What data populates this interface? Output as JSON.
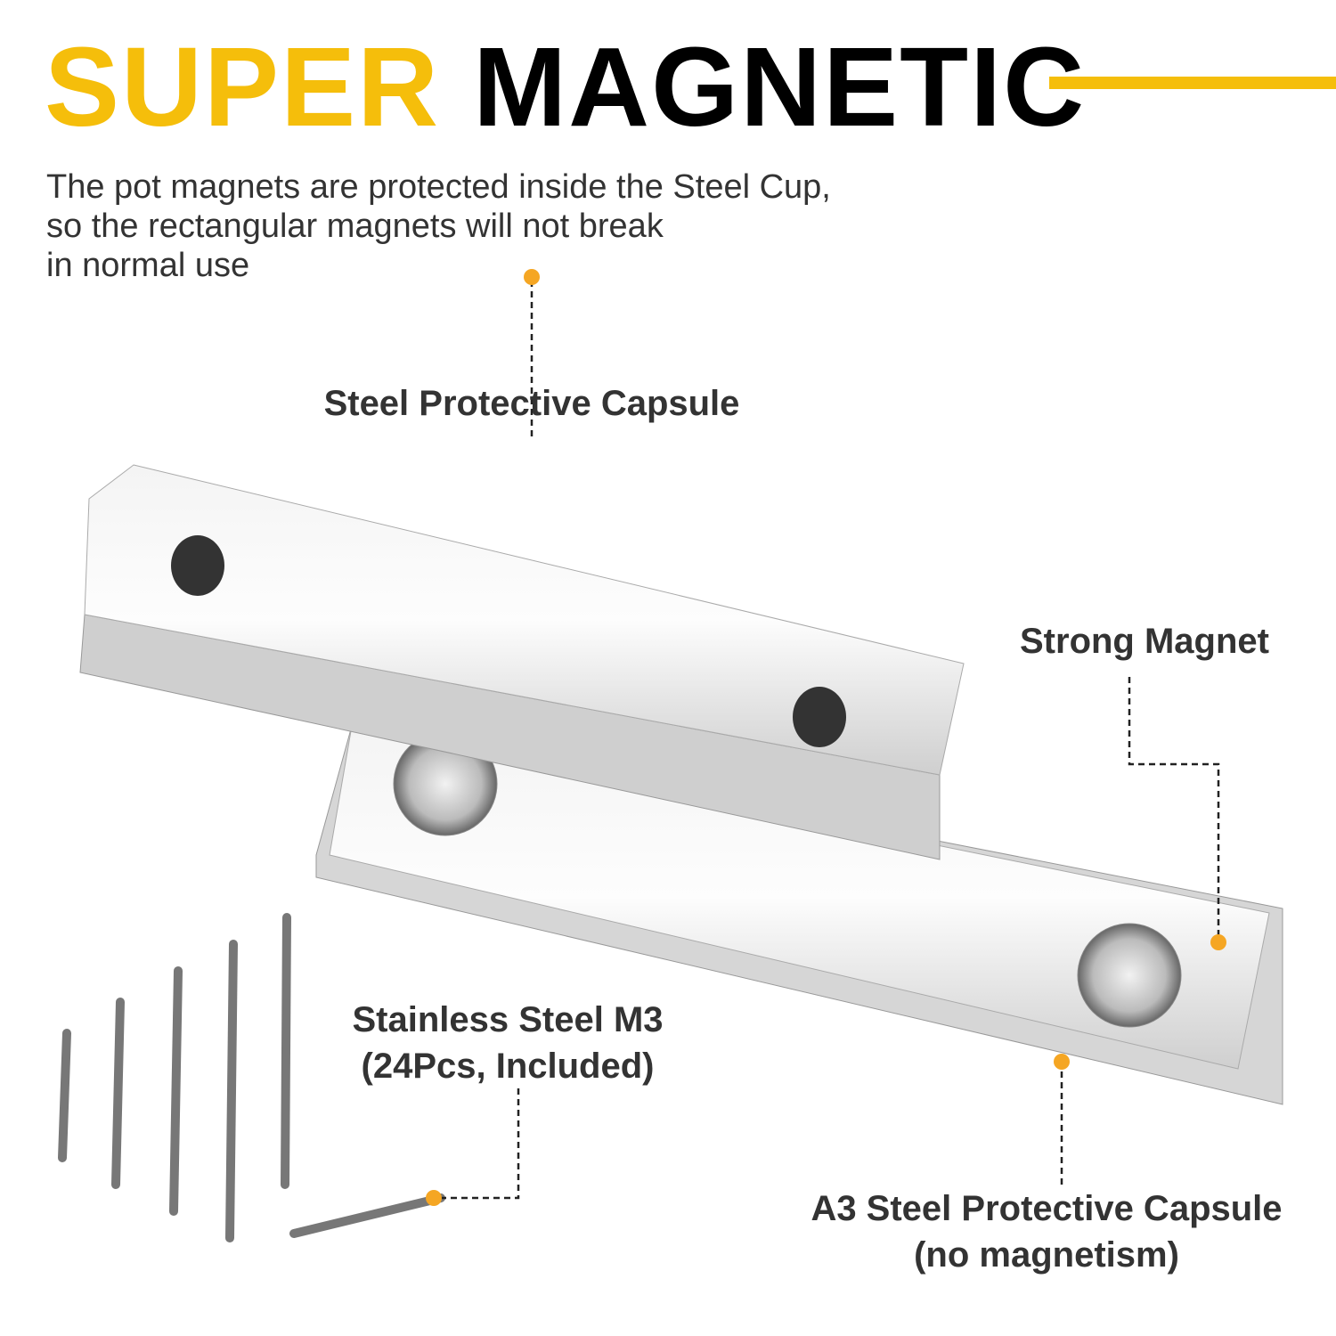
{
  "header": {
    "title_highlight": "SUPER",
    "title_main": "MAGNETIC",
    "accent_color": "#F5BE0B",
    "description": "The pot magnets are protected inside the Steel Cup,\nso the rectangular magnets will not break\nin normal use"
  },
  "callouts": {
    "top": "Steel Protective Capsule",
    "magnet": "Strong Magnet",
    "screws_line1": "Stainless Steel M3",
    "screws_line2": "(24Pcs, Included)",
    "capsule_line1": "A3 Steel Protective Capsule",
    "capsule_line2": "(no magnetism)",
    "dot_color": "#F5A623"
  }
}
